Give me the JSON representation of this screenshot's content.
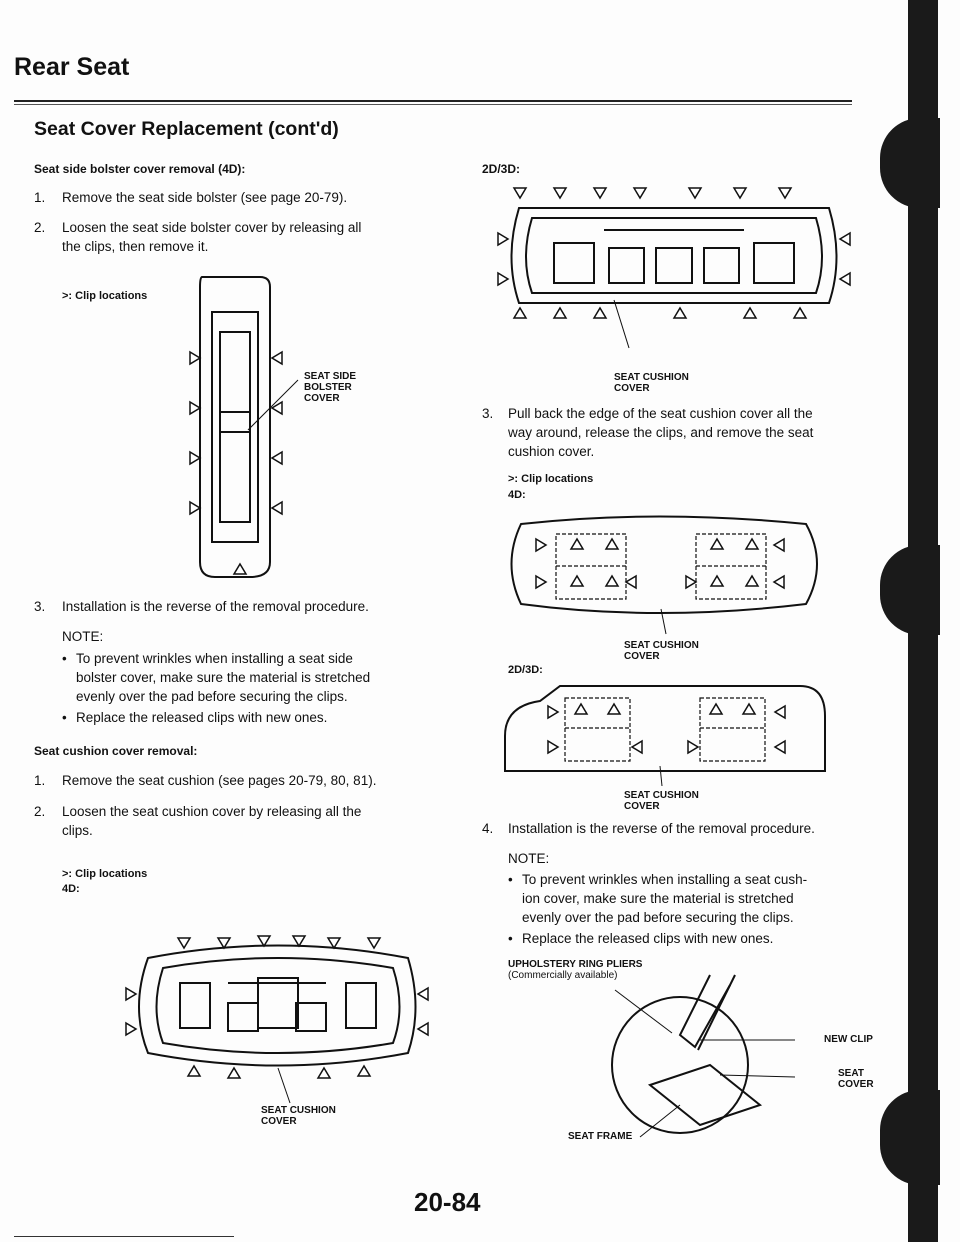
{
  "header": {
    "title": "Rear Seat",
    "section": "Seat Cover Replacement (cont'd)"
  },
  "left": {
    "bolster_heading": "Seat side bolster cover removal (4D):",
    "step1": "Remove the seat side bolster (see page 20-79).",
    "step2_line1": "Loosen the seat side bolster cover by releasing all",
    "step2_line2": "the clips, then remove it.",
    "clip_legend": ">: Clip locations",
    "bolster_callout_1": "SEAT SIDE",
    "bolster_callout_2": "BOLSTER",
    "bolster_callout_3": "COVER",
    "step3": "Installation is the reverse of the removal procedure.",
    "note": "NOTE:",
    "note1_line1": "To prevent wrinkles when installing a seat side",
    "note1_line2": "bolster cover, make sure the material is stretched",
    "note1_line3": "evenly over the pad before securing the clips.",
    "note2": "Replace the released clips with new ones.",
    "cushion_heading": "Seat cushion cover removal:",
    "c_step1": "Remove the seat cushion (see pages 20-79, 80, 81).",
    "c_step2_line1": "Loosen the seat cushion cover by releasing all the",
    "c_step2_line2": "clips.",
    "clip_legend2": ">: Clip locations",
    "variant_4d": "4D:",
    "cushion_callout_1": "SEAT CUSHION",
    "cushion_callout_2": "COVER"
  },
  "right": {
    "variant_2d3d": "2D/3D:",
    "top_callout_1": "SEAT CUSHION",
    "top_callout_2": "COVER",
    "step3_line1": "Pull back the edge of the seat cushion cover all the",
    "step3_line2": "way around, release the clips, and remove the seat",
    "step3_line3": "cushion cover.",
    "clip_legend": ">: Clip locations",
    "variant_4d": "4D:",
    "mid_callout_1": "SEAT CUSHION",
    "mid_callout_2": "COVER",
    "variant_2d3d_b": "2D/3D:",
    "low_callout_1": "SEAT CUSHION",
    "low_callout_2": "COVER",
    "step4": "Installation is the reverse of the removal procedure.",
    "note": "NOTE:",
    "note1_line1": "To prevent wrinkles when installing a seat cush-",
    "note1_line2": "ion cover, make sure the material is stretched",
    "note1_line3": "evenly over the pad before securing the clips.",
    "note2": "Replace the released clips with new ones.",
    "pliers_1": "UPHOLSTERY RING PLIERS",
    "pliers_2": "(Commercially available)",
    "new_clip": "NEW CLIP",
    "seat_cover_1": "SEAT",
    "seat_cover_2": "COVER",
    "seat_frame": "SEAT FRAME"
  },
  "footer": {
    "page_number": "20-84"
  }
}
